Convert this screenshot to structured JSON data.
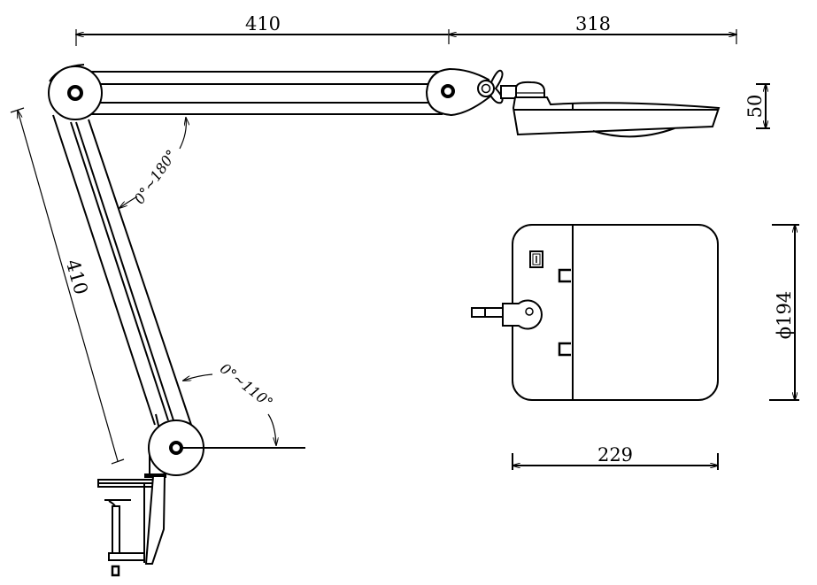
{
  "drawing": {
    "subject": "Swing-arm magnifier desk lamp with clamp base",
    "line_color": "#000000",
    "background": "#ffffff"
  },
  "dimensions": {
    "upper_arm_length": "410",
    "head_length": "318",
    "head_height": "50",
    "lower_arm_length": "410",
    "lens_diameter": "ϕ194",
    "head_width": "229"
  },
  "angles": {
    "elbow_range": "0°~180°",
    "base_range": "0°~110°"
  },
  "views": [
    "side-view",
    "top-view-of-head"
  ]
}
